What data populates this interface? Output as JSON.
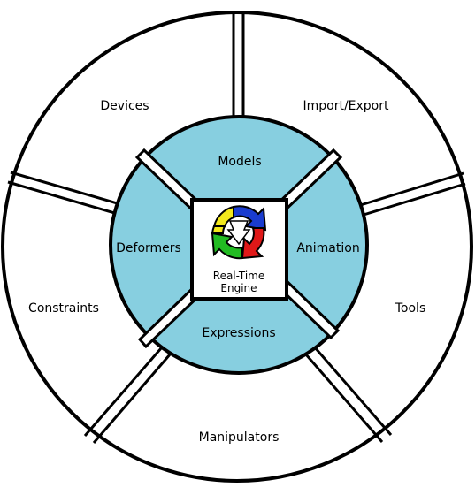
{
  "diagram": {
    "outer_ring": [
      {
        "id": "devices",
        "label": "Devices"
      },
      {
        "id": "import-export",
        "label": "Import/Export"
      },
      {
        "id": "tools",
        "label": "Tools"
      },
      {
        "id": "manipulators",
        "label": "Manipulators"
      },
      {
        "id": "constraints",
        "label": "Constraints"
      }
    ],
    "inner_ring": [
      {
        "id": "models",
        "label": "Models"
      },
      {
        "id": "animation",
        "label": "Animation"
      },
      {
        "id": "expressions",
        "label": "Expressions"
      },
      {
        "id": "deformers",
        "label": "Deformers"
      }
    ],
    "center": {
      "line1": "Real-Time",
      "line2": "Engine"
    },
    "colors": {
      "inner_fill": "#87cfe0",
      "outer_fill": "#ffffff",
      "stroke": "#000000",
      "logo_blue": "#1a3ccf",
      "logo_red": "#e01818",
      "logo_green": "#22bb22",
      "logo_yellow": "#f2e81c"
    },
    "logo_icon": "cycle-arrows-icon"
  }
}
